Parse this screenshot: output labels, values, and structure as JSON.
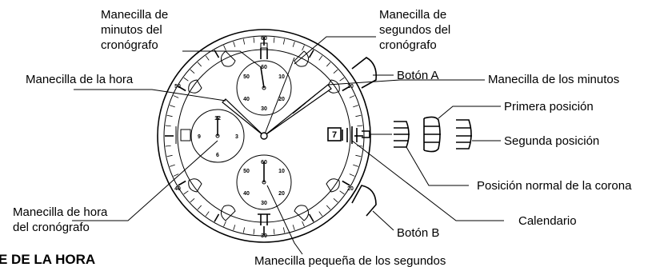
{
  "labels": {
    "chrono_minute_hand": [
      "Manecilla de",
      "minutos del",
      "cronógrafo"
    ],
    "chrono_second_hand": [
      "Manecilla de",
      "segundos del",
      "cronógrafo"
    ],
    "hour_hand": "Manecilla de la hora",
    "button_a": "Botón A",
    "minute_hand": "Manecilla de los minutos",
    "first_position": "Primera posición",
    "second_position": "Segunda posición",
    "crown_normal_position": "Posición normal de la corona",
    "chrono_hour_hand": [
      "Manecilla de hora",
      "del cronógrafo"
    ],
    "calendar": "Calendario",
    "button_b": "Botón B",
    "small_second_hand": "Manecilla pequeña de los segundos"
  },
  "heading_partial": "E DE LA HORA",
  "date_window": "7",
  "subdial_top_numbers": [
    "60",
    "10",
    "20",
    "30",
    "40",
    "50"
  ],
  "subdial_left_numbers": [
    "12",
    "3",
    "6",
    "9"
  ],
  "subdial_bottom_numbers": [
    "60",
    "10",
    "20",
    "30",
    "40",
    "50"
  ],
  "bezel_numbers": [
    "60",
    "10",
    "20",
    "30",
    "40",
    "50"
  ]
}
